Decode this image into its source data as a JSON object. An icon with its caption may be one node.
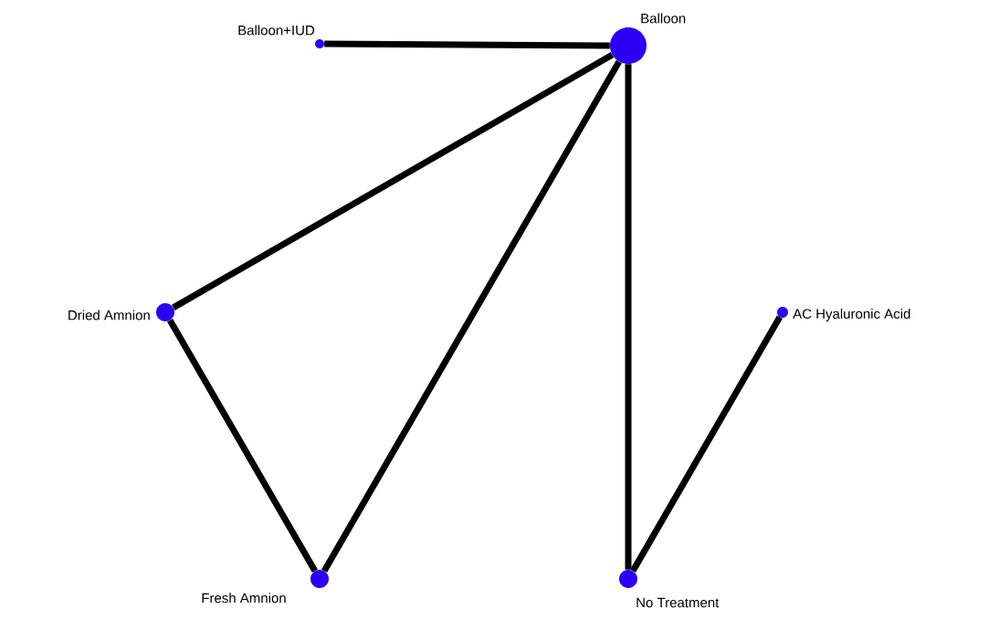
{
  "diagram": {
    "nodes": [
      {
        "text": [],
        "shape": "circle",
        "beside": [
          "Balloon+IUD"
        ]
      },
      {
        "text": [],
        "shape": "circle",
        "beside": [
          "Balloon"
        ]
      },
      {
        "text": [],
        "shape": "circle",
        "beside": [
          "Dried Amnion"
        ]
      },
      {
        "text": [],
        "shape": "circle",
        "beside": [
          "AC Hyaluronic Acid"
        ]
      },
      {
        "text": [],
        "shape": "circle",
        "beside": [
          "Fresh Amnion"
        ]
      },
      {
        "text": [],
        "shape": "circle",
        "beside": [
          "No Treatment"
        ]
      }
    ],
    "edges": [
      {
        "from": 1,
        "to": 0,
        "arrow": "none"
      },
      {
        "from": 1,
        "to": 2,
        "arrow": "none"
      },
      {
        "from": 1,
        "to": 4,
        "arrow": "none"
      },
      {
        "from": 1,
        "to": 5,
        "arrow": "none"
      },
      {
        "from": 2,
        "to": 4,
        "arrow": "none"
      },
      {
        "from": 3,
        "to": 5,
        "arrow": "none"
      }
    ]
  }
}
